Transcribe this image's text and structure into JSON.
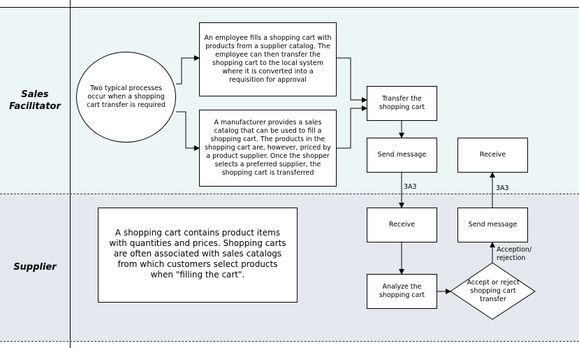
{
  "lanes": {
    "top_label": "Sales Facilitator",
    "bottom_label": "Supplier"
  },
  "nodes": {
    "start_circle": "Two typical processes occur when a shopping cart transfer is required",
    "employee_box": "An employee fills a shopping cart with products from a supplier catalog.  The employee can then transfer the shopping cart to the local system where it is converted into a requisition for approval",
    "manufacturer_box": "A manufacturer provides a sales catalog that can be used to fill a shopping cart. The products in the shopping cart are, however, priced by a product supplier.  Once the shopper selects a preferred supplier, the shopping cart is transferred",
    "transfer_box": "Transfer the shopping cart",
    "send_message_top": "Send message",
    "receive_top": "Receive",
    "receive_bottom": "Receive",
    "send_message_bottom": "Send message",
    "analyze_box": "Analyze the shopping cart",
    "decision": "Accept or reject shopping cart transfer"
  },
  "note": {
    "text": "A shopping cart contains product items with quantities and prices.  Shopping carts are often associated with sales catalogs from which customers select products when \"filling the cart\"."
  },
  "edge_labels": {
    "msg_down": "3A3",
    "msg_up": "3A3",
    "acception": "Acception/ rejection"
  }
}
